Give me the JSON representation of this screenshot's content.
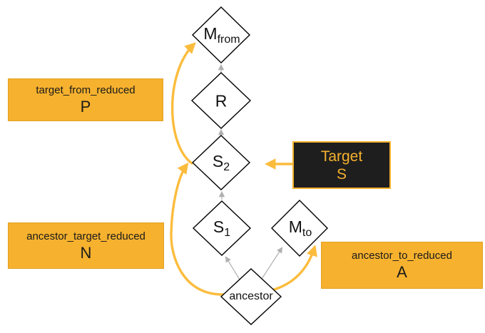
{
  "figure": {
    "colors": {
      "accent_orange": "#F6B12E",
      "arrow_orange": "#FBBC3D",
      "dark_box_fill": "#1E1E1E",
      "gray_arrow": "#B0B0B0",
      "node_fill": "#FFFFFF",
      "node_border": "#000000"
    },
    "nodes": {
      "m_from": {
        "main": "M",
        "sub": "from"
      },
      "r": {
        "main": "R",
        "sub": ""
      },
      "s2": {
        "main": "S",
        "sub": "2"
      },
      "s1": {
        "main": "S",
        "sub": "1"
      },
      "m_to": {
        "main": "M",
        "sub": "to"
      },
      "ancestor": {
        "main": "ancestor",
        "sub": ""
      }
    },
    "callouts": {
      "target_from": {
        "name": "target_from_reduced",
        "symbol": "P"
      },
      "ancestor_target": {
        "name": "ancestor_target_reduced",
        "symbol": "N"
      },
      "ancestor_to": {
        "name": "ancestor_to_reduced",
        "symbol": "A"
      },
      "target": {
        "name": "Target",
        "symbol": "S"
      }
    }
  }
}
